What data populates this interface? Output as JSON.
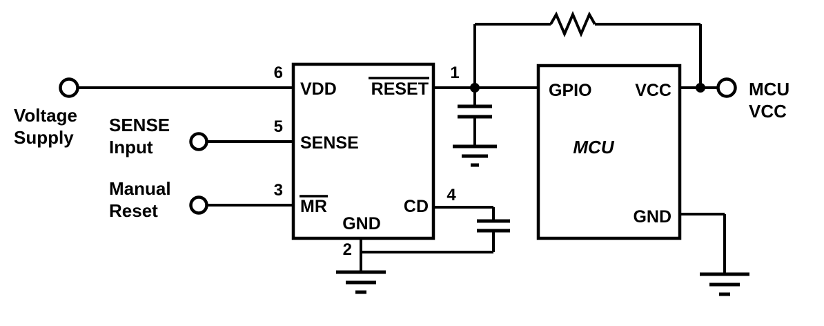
{
  "diagram": {
    "inputs": {
      "voltage_supply": {
        "line1": "Voltage",
        "line2": "Supply"
      },
      "sense_input": {
        "line1": "SENSE",
        "line2": "Input"
      },
      "manual_reset": {
        "line1": "Manual",
        "line2": "Reset"
      }
    },
    "output": {
      "mcu_vcc": {
        "line1": "MCU",
        "line2": "VCC"
      }
    },
    "supervisor_ic": {
      "pin_vdd": {
        "num": "6",
        "label": "VDD"
      },
      "pin_sense": {
        "num": "5",
        "label": "SENSE"
      },
      "pin_mr": {
        "num": "3",
        "label": "MR"
      },
      "pin_gnd": {
        "num": "2",
        "label": "GND"
      },
      "pin_reset": {
        "num": "1",
        "label": "RESET"
      },
      "pin_cd": {
        "num": "4",
        "label": "CD"
      }
    },
    "mcu": {
      "name": "MCU",
      "pin_gpio": "GPIO",
      "pin_vcc": "VCC",
      "pin_gnd": "GND"
    },
    "colors": {
      "ink": "#000000",
      "background": "#ffffff"
    }
  }
}
